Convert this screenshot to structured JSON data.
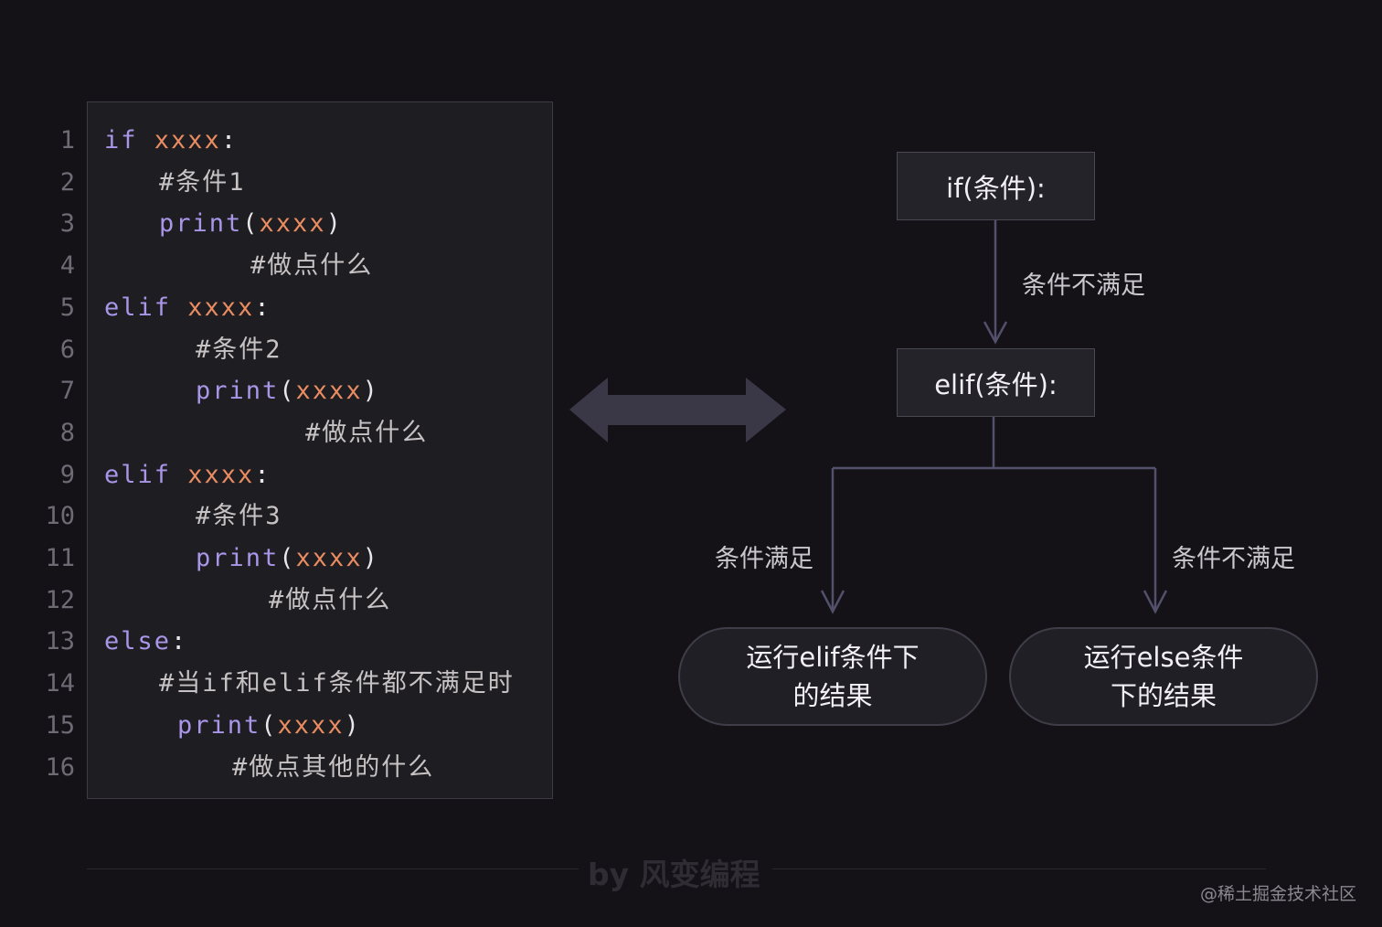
{
  "code": {
    "lines": [
      {
        "no": "1",
        "indent": 0,
        "parts": [
          {
            "t": "if ",
            "c": "kw"
          },
          {
            "t": "xxxx",
            "c": "var"
          },
          {
            "t": ":",
            "c": "punc"
          }
        ]
      },
      {
        "no": "2",
        "indent": 3,
        "parts": [
          {
            "t": "#条件1",
            "c": "cmt"
          }
        ]
      },
      {
        "no": "3",
        "indent": 3,
        "parts": [
          {
            "t": "print",
            "c": "kw"
          },
          {
            "t": "(",
            "c": "punc"
          },
          {
            "t": "xxxx",
            "c": "var"
          },
          {
            "t": ")",
            "c": "punc"
          }
        ]
      },
      {
        "no": "4",
        "indent": 8,
        "parts": [
          {
            "t": "#做点什么",
            "c": "cmt"
          }
        ]
      },
      {
        "no": "5",
        "indent": 0,
        "parts": [
          {
            "t": "elif ",
            "c": "kw"
          },
          {
            "t": "xxxx",
            "c": "var"
          },
          {
            "t": ":",
            "c": "punc"
          }
        ]
      },
      {
        "no": "6",
        "indent": 5,
        "parts": [
          {
            "t": "#条件2",
            "c": "cmt"
          }
        ]
      },
      {
        "no": "7",
        "indent": 5,
        "parts": [
          {
            "t": "print",
            "c": "kw"
          },
          {
            "t": "(",
            "c": "punc"
          },
          {
            "t": "xxxx",
            "c": "var"
          },
          {
            "t": ")",
            "c": "punc"
          }
        ]
      },
      {
        "no": "8",
        "indent": 11,
        "parts": [
          {
            "t": "#做点什么",
            "c": "cmt"
          }
        ]
      },
      {
        "no": "9",
        "indent": 0,
        "parts": [
          {
            "t": "elif ",
            "c": "kw"
          },
          {
            "t": "xxxx",
            "c": "var"
          },
          {
            "t": ":",
            "c": "punc"
          }
        ]
      },
      {
        "no": "10",
        "indent": 5,
        "parts": [
          {
            "t": "#条件3",
            "c": "cmt"
          }
        ]
      },
      {
        "no": "11",
        "indent": 5,
        "parts": [
          {
            "t": "print",
            "c": "kw"
          },
          {
            "t": "(",
            "c": "punc"
          },
          {
            "t": "xxxx",
            "c": "var"
          },
          {
            "t": ")",
            "c": "punc"
          }
        ]
      },
      {
        "no": "12",
        "indent": 9,
        "parts": [
          {
            "t": "#做点什么",
            "c": "cmt"
          }
        ]
      },
      {
        "no": "13",
        "indent": 0,
        "parts": [
          {
            "t": "else",
            "c": "kw"
          },
          {
            "t": ":",
            "c": "punc"
          }
        ]
      },
      {
        "no": "14",
        "indent": 3,
        "parts": [
          {
            "t": "#当if和elif条件都不满足时",
            "c": "cmt"
          }
        ]
      },
      {
        "no": "15",
        "indent": 4,
        "parts": [
          {
            "t": "print",
            "c": "kw"
          },
          {
            "t": "(",
            "c": "punc"
          },
          {
            "t": "xxxx",
            "c": "var"
          },
          {
            "t": ")",
            "c": "punc"
          }
        ]
      },
      {
        "no": "16",
        "indent": 7,
        "parts": [
          {
            "t": "#做点其他的什么",
            "c": "cmt"
          }
        ]
      }
    ]
  },
  "flow": {
    "if_node": "if(条件):",
    "elif_node": "elif(条件):",
    "label_if_not_met": "条件不满足",
    "label_met": "条件满足",
    "label_elif_not_met": "条件不满足",
    "result_elif_line1": "运行elif条件下",
    "result_elif_line2": "的结果",
    "result_else_line1": "运行else条件",
    "result_else_line2": "下的结果"
  },
  "footer": {
    "credit": "by 风变编程",
    "watermark": "@稀土掘金技术社区"
  },
  "colors": {
    "background": "#141217",
    "keyword": "#a996e9",
    "variable": "#e98c62",
    "comment": "#c7c3c4",
    "arrow": "#3a3747",
    "connector": "#52506a"
  }
}
